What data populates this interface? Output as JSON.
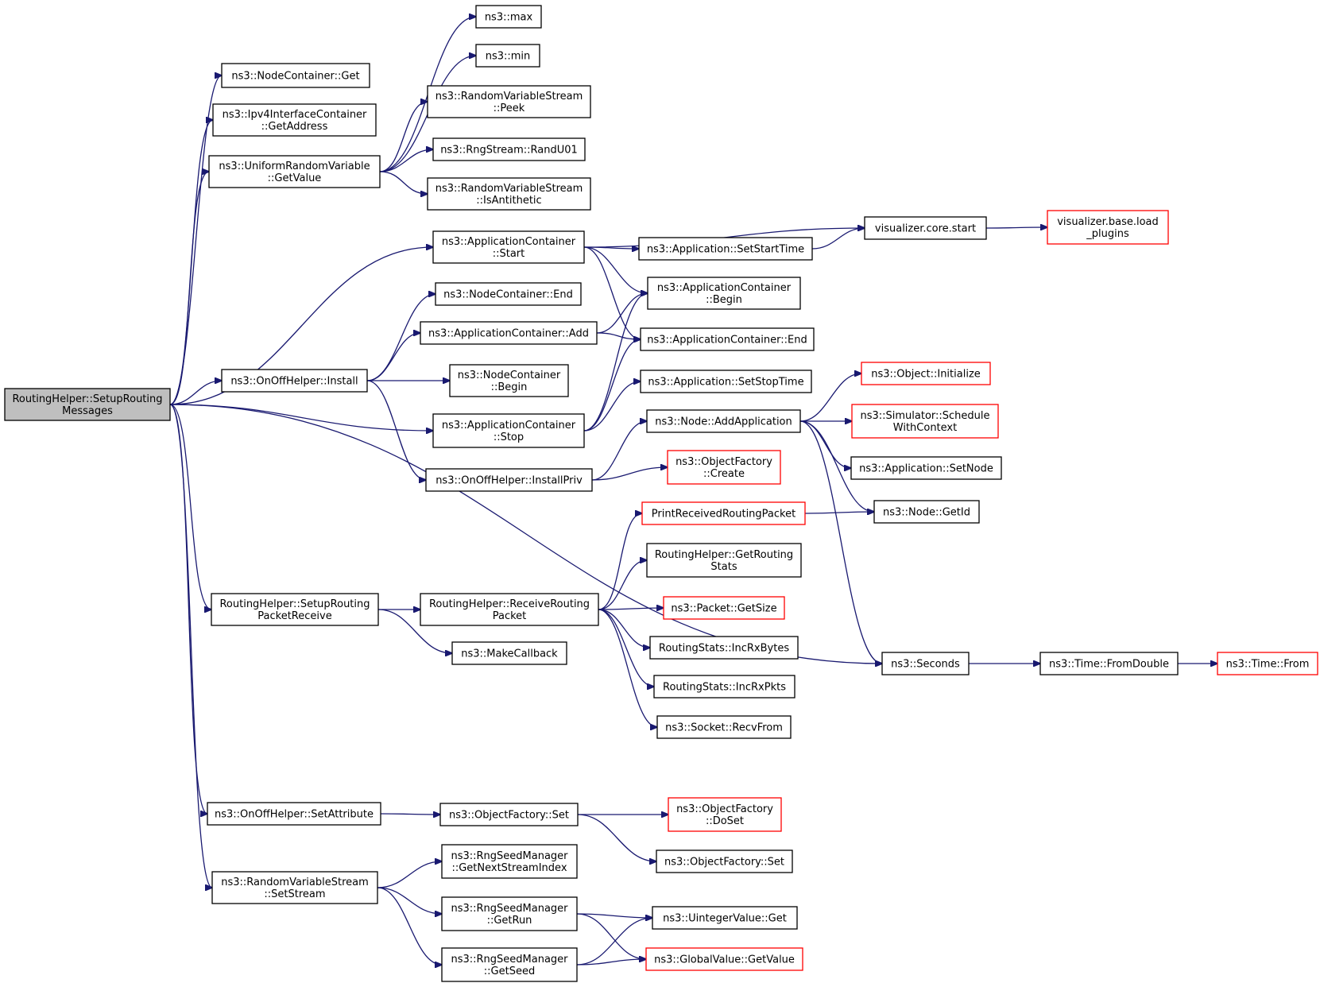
{
  "colors": {
    "edge": "#191970",
    "node_border": "#000000",
    "node_border_external": "#ff0000",
    "root_fill": "#bfbfbf",
    "node_fill": "#ffffff"
  },
  "nodes": [
    {
      "id": "root",
      "lines": [
        "RoutingHelper::SetupRouting",
        "Messages"
      ],
      "style": "root"
    },
    {
      "id": "nc_get",
      "lines": [
        "ns3::NodeContainer::Get"
      ],
      "style": "normal"
    },
    {
      "id": "ipv4_getaddr",
      "lines": [
        "ns3::Ipv4InterfaceContainer",
        "::GetAddress"
      ],
      "style": "normal"
    },
    {
      "id": "urv_getvalue",
      "lines": [
        "ns3::UniformRandomVariable",
        "::GetValue"
      ],
      "style": "normal"
    },
    {
      "id": "max",
      "lines": [
        "ns3::max"
      ],
      "style": "normal"
    },
    {
      "id": "min",
      "lines": [
        "ns3::min"
      ],
      "style": "normal"
    },
    {
      "id": "rvs_peek",
      "lines": [
        "ns3::RandomVariableStream",
        "::Peek"
      ],
      "style": "normal"
    },
    {
      "id": "randu01",
      "lines": [
        "ns3::RngStream::RandU01"
      ],
      "style": "normal"
    },
    {
      "id": "rvs_isanti",
      "lines": [
        "ns3::RandomVariableStream",
        "::IsAntithetic"
      ],
      "style": "normal"
    },
    {
      "id": "ac_start",
      "lines": [
        "ns3::ApplicationContainer",
        "::Start"
      ],
      "style": "normal"
    },
    {
      "id": "vis_start",
      "lines": [
        "visualizer.core.start"
      ],
      "style": "normal"
    },
    {
      "id": "vis_load",
      "lines": [
        "visualizer.base.load",
        "_plugins"
      ],
      "style": "external"
    },
    {
      "id": "app_setstart",
      "lines": [
        "ns3::Application::SetStartTime"
      ],
      "style": "normal"
    },
    {
      "id": "ac_begin",
      "lines": [
        "ns3::ApplicationContainer",
        "::Begin"
      ],
      "style": "normal"
    },
    {
      "id": "nc_end",
      "lines": [
        "ns3::NodeContainer::End"
      ],
      "style": "normal"
    },
    {
      "id": "ac_add",
      "lines": [
        "ns3::ApplicationContainer::Add"
      ],
      "style": "normal"
    },
    {
      "id": "ac_end",
      "lines": [
        "ns3::ApplicationContainer::End"
      ],
      "style": "normal"
    },
    {
      "id": "onoff_install",
      "lines": [
        "ns3::OnOffHelper::Install"
      ],
      "style": "normal"
    },
    {
      "id": "nc_begin",
      "lines": [
        "ns3::NodeContainer",
        "::Begin"
      ],
      "style": "normal"
    },
    {
      "id": "app_setstop",
      "lines": [
        "ns3::Application::SetStopTime"
      ],
      "style": "normal"
    },
    {
      "id": "obj_init",
      "lines": [
        "ns3::Object::Initialize"
      ],
      "style": "external"
    },
    {
      "id": "ac_stop",
      "lines": [
        "ns3::ApplicationContainer",
        "::Stop"
      ],
      "style": "normal"
    },
    {
      "id": "node_addapp",
      "lines": [
        "ns3::Node::AddApplication"
      ],
      "style": "normal"
    },
    {
      "id": "sim_schedule",
      "lines": [
        "ns3::Simulator::Schedule",
        "WithContext"
      ],
      "style": "external"
    },
    {
      "id": "app_setnode",
      "lines": [
        "ns3::Application::SetNode"
      ],
      "style": "normal"
    },
    {
      "id": "onoff_installpriv",
      "lines": [
        "ns3::OnOffHelper::InstallPriv"
      ],
      "style": "normal"
    },
    {
      "id": "of_create",
      "lines": [
        "ns3::ObjectFactory",
        "::Create"
      ],
      "style": "external"
    },
    {
      "id": "print_recv",
      "lines": [
        "PrintReceivedRoutingPacket"
      ],
      "style": "external"
    },
    {
      "id": "node_getid",
      "lines": [
        "ns3::Node::GetId"
      ],
      "style": "normal"
    },
    {
      "id": "rh_getstats",
      "lines": [
        "RoutingHelper::GetRouting",
        "Stats"
      ],
      "style": "normal"
    },
    {
      "id": "rh_setup_recv",
      "lines": [
        "RoutingHelper::SetupRouting",
        "PacketReceive"
      ],
      "style": "normal"
    },
    {
      "id": "rh_recv",
      "lines": [
        "RoutingHelper::ReceiveRouting",
        "Packet"
      ],
      "style": "normal"
    },
    {
      "id": "pkt_getsize",
      "lines": [
        "ns3::Packet::GetSize"
      ],
      "style": "external"
    },
    {
      "id": "rs_incbytes",
      "lines": [
        "RoutingStats::IncRxBytes"
      ],
      "style": "normal"
    },
    {
      "id": "make_cb",
      "lines": [
        "ns3::MakeCallback"
      ],
      "style": "normal"
    },
    {
      "id": "seconds",
      "lines": [
        "ns3::Seconds"
      ],
      "style": "normal"
    },
    {
      "id": "time_fromdouble",
      "lines": [
        "ns3::Time::FromDouble"
      ],
      "style": "normal"
    },
    {
      "id": "time_from",
      "lines": [
        "ns3::Time::From"
      ],
      "style": "external"
    },
    {
      "id": "rs_incpkts",
      "lines": [
        "RoutingStats::IncRxPkts"
      ],
      "style": "normal"
    },
    {
      "id": "sock_recvfrom",
      "lines": [
        "ns3::Socket::RecvFrom"
      ],
      "style": "normal"
    },
    {
      "id": "onoff_setattr",
      "lines": [
        "ns3::OnOffHelper::SetAttribute"
      ],
      "style": "normal"
    },
    {
      "id": "of_set",
      "lines": [
        "ns3::ObjectFactory::Set"
      ],
      "style": "normal"
    },
    {
      "id": "of_doset",
      "lines": [
        "ns3::ObjectFactory",
        "::DoSet"
      ],
      "style": "external"
    },
    {
      "id": "of_set2",
      "lines": [
        "ns3::ObjectFactory::Set"
      ],
      "style": "normal"
    },
    {
      "id": "rsm_getnext",
      "lines": [
        "ns3::RngSeedManager",
        "::GetNextStreamIndex"
      ],
      "style": "normal"
    },
    {
      "id": "rvs_setstream",
      "lines": [
        "ns3::RandomVariableStream",
        "::SetStream"
      ],
      "style": "normal"
    },
    {
      "id": "rsm_getrun",
      "lines": [
        "ns3::RngSeedManager",
        "::GetRun"
      ],
      "style": "normal"
    },
    {
      "id": "uint_get",
      "lines": [
        "ns3::UintegerValue::Get"
      ],
      "style": "normal"
    },
    {
      "id": "rsm_getseed",
      "lines": [
        "ns3::RngSeedManager",
        "::GetSeed"
      ],
      "style": "normal"
    },
    {
      "id": "gv_getvalue",
      "lines": [
        "ns3::GlobalValue::GetValue"
      ],
      "style": "external"
    }
  ],
  "edges": [
    [
      "root",
      "nc_get"
    ],
    [
      "root",
      "ipv4_getaddr"
    ],
    [
      "root",
      "urv_getvalue"
    ],
    [
      "root",
      "ac_start"
    ],
    [
      "root",
      "onoff_install"
    ],
    [
      "root",
      "ac_stop"
    ],
    [
      "root",
      "rh_setup_recv"
    ],
    [
      "root",
      "seconds"
    ],
    [
      "root",
      "onoff_setattr"
    ],
    [
      "root",
      "rvs_setstream"
    ],
    [
      "urv_getvalue",
      "max"
    ],
    [
      "urv_getvalue",
      "min"
    ],
    [
      "urv_getvalue",
      "rvs_peek"
    ],
    [
      "urv_getvalue",
      "randu01"
    ],
    [
      "urv_getvalue",
      "rvs_isanti"
    ],
    [
      "ac_start",
      "vis_start"
    ],
    [
      "ac_start",
      "app_setstart"
    ],
    [
      "ac_start",
      "ac_begin"
    ],
    [
      "ac_start",
      "ac_end"
    ],
    [
      "app_setstart",
      "vis_start"
    ],
    [
      "vis_start",
      "vis_load"
    ],
    [
      "onoff_install",
      "nc_end"
    ],
    [
      "onoff_install",
      "ac_add"
    ],
    [
      "onoff_install",
      "nc_begin"
    ],
    [
      "onoff_install",
      "onoff_installpriv"
    ],
    [
      "ac_add",
      "ac_begin"
    ],
    [
      "ac_add",
      "ac_end"
    ],
    [
      "ac_stop",
      "ac_begin"
    ],
    [
      "ac_stop",
      "ac_end"
    ],
    [
      "ac_stop",
      "app_setstop"
    ],
    [
      "onoff_installpriv",
      "node_addapp"
    ],
    [
      "onoff_installpriv",
      "of_create"
    ],
    [
      "node_addapp",
      "obj_init"
    ],
    [
      "node_addapp",
      "sim_schedule"
    ],
    [
      "node_addapp",
      "app_setnode"
    ],
    [
      "node_addapp",
      "node_getid"
    ],
    [
      "node_addapp",
      "seconds"
    ],
    [
      "rh_setup_recv",
      "rh_recv"
    ],
    [
      "rh_setup_recv",
      "make_cb"
    ],
    [
      "rh_recv",
      "print_recv"
    ],
    [
      "rh_recv",
      "rh_getstats"
    ],
    [
      "rh_recv",
      "pkt_getsize"
    ],
    [
      "rh_recv",
      "rs_incbytes"
    ],
    [
      "rh_recv",
      "rs_incpkts"
    ],
    [
      "rh_recv",
      "sock_recvfrom"
    ],
    [
      "print_recv",
      "node_getid"
    ],
    [
      "seconds",
      "time_fromdouble"
    ],
    [
      "time_fromdouble",
      "time_from"
    ],
    [
      "onoff_setattr",
      "of_set"
    ],
    [
      "of_set",
      "of_doset"
    ],
    [
      "of_set",
      "of_set2"
    ],
    [
      "rvs_setstream",
      "rsm_getnext"
    ],
    [
      "rvs_setstream",
      "rsm_getrun"
    ],
    [
      "rvs_setstream",
      "rsm_getseed"
    ],
    [
      "rsm_getrun",
      "uint_get"
    ],
    [
      "rsm_getrun",
      "gv_getvalue"
    ],
    [
      "rsm_getseed",
      "uint_get"
    ],
    [
      "rsm_getseed",
      "gv_getvalue"
    ]
  ]
}
